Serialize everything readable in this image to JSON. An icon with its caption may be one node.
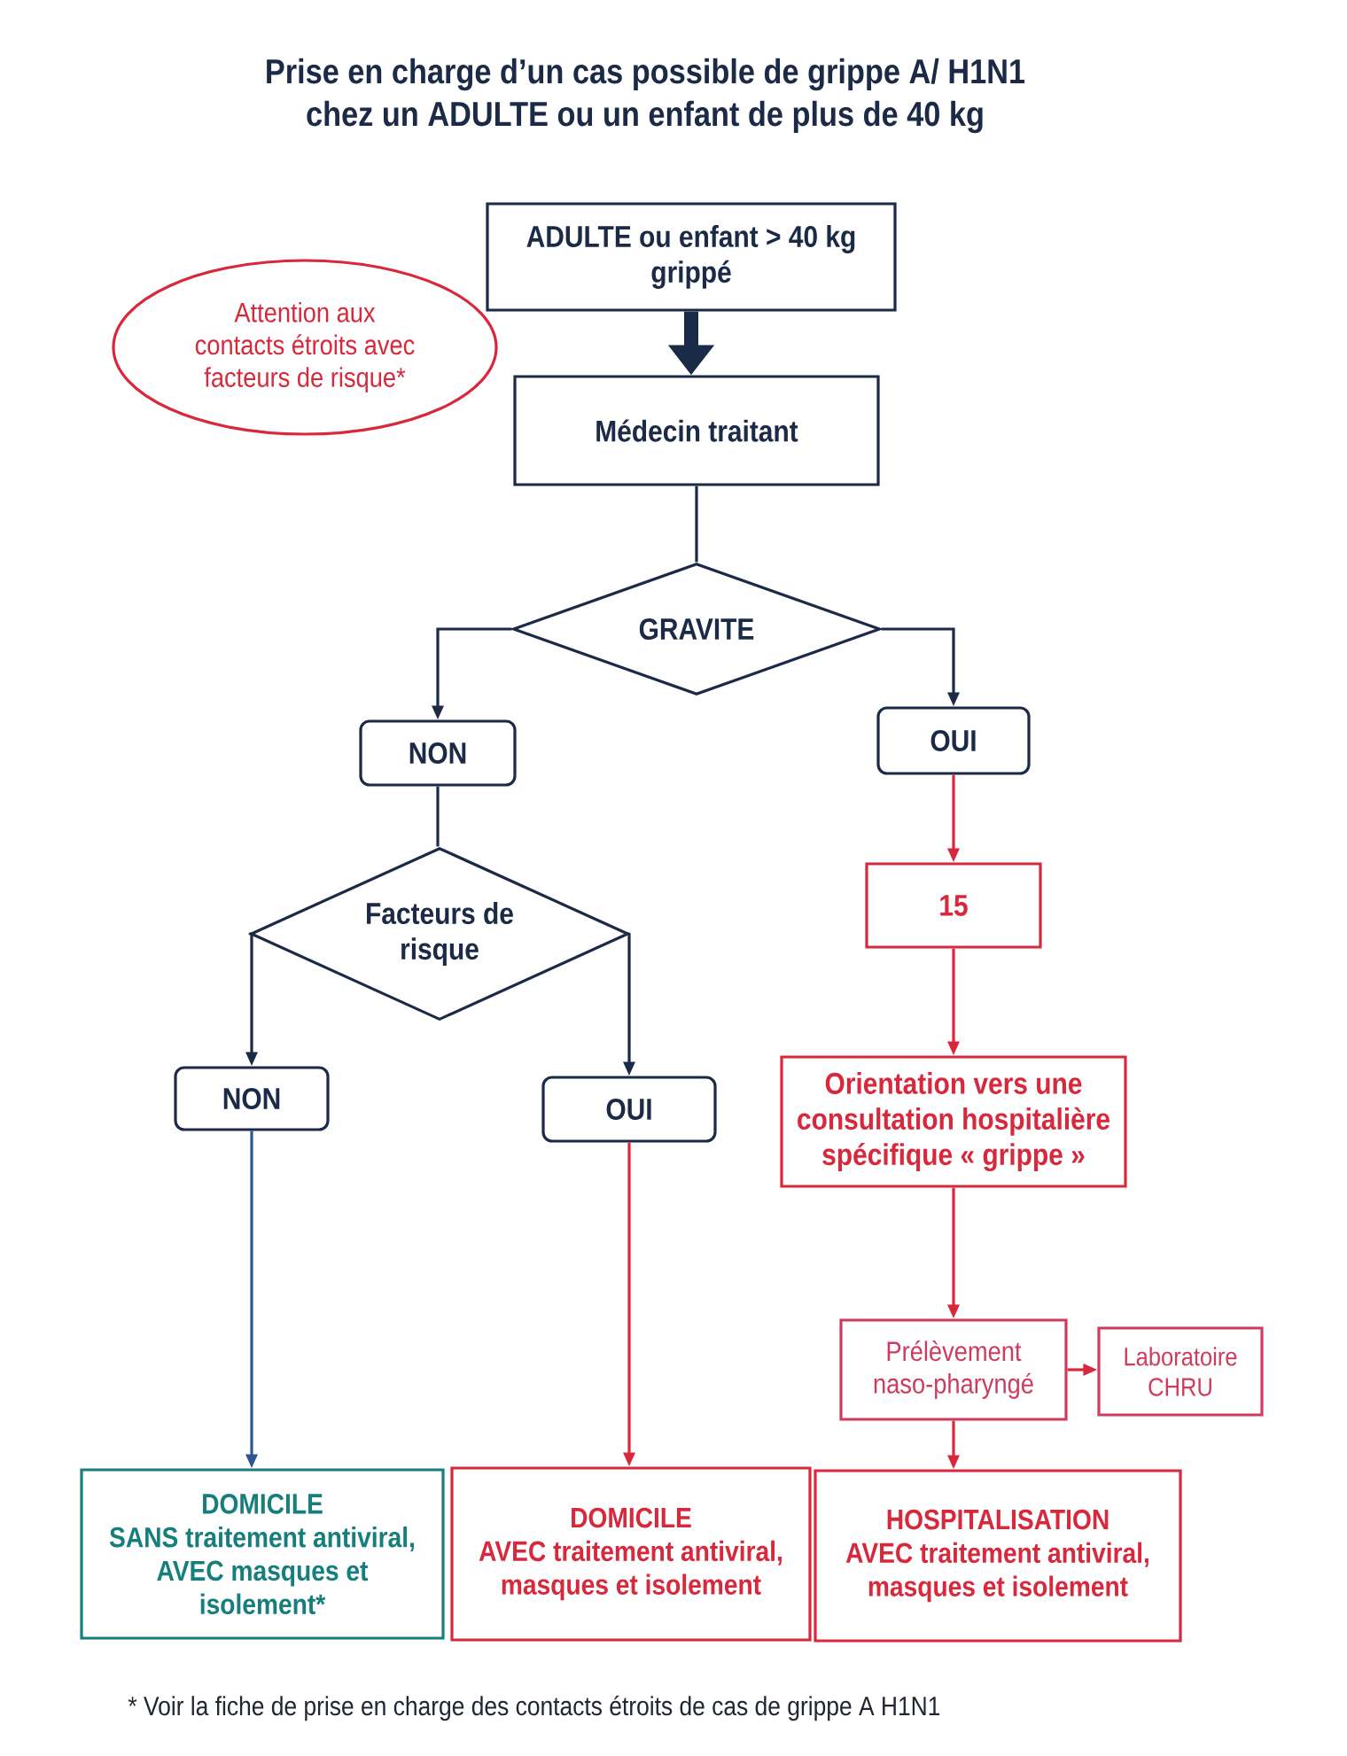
{
  "diagram": {
    "title": "Prise en charge d’un cas possible de grippe A/ H1N1 chez un ADULTE ou un enfant de plus de 40 kg",
    "nodes": [
      {
        "text": [
          "ADULTE ou enfant > 40 kg grippé"
        ]
      },
      {
        "text": [
          "Attention aux contacts étroits avec facteurs de risque*"
        ]
      },
      {
        "text": [
          "Médecin traitant"
        ]
      },
      {
        "text": [
          "GRAVITE"
        ]
      },
      {
        "text": [
          "NON"
        ]
      },
      {
        "text": [
          "OUI"
        ]
      },
      {
        "text": [
          "Facteurs de risque"
        ]
      },
      {
        "text": [
          "15"
        ]
      },
      {
        "text": [
          "NON"
        ]
      },
      {
        "text": [
          "OUI"
        ]
      },
      {
        "text": [
          "Orientation vers une consultation hospitalière spécifique « grippe »"
        ]
      },
      {
        "text": [
          "Prélèvement naso-pharyngé"
        ]
      },
      {
        "text": [
          "Laboratoire CHRU"
        ]
      },
      {
        "text": [
          "DOMICILE",
          "SANS traitement antiviral, AVEC masques et isolement*"
        ]
      },
      {
        "text": [
          "DOMICILE",
          "AVEC traitement antiviral, masques et isolement"
        ]
      },
      {
        "text": [
          "HOSPITALISATION",
          "AVEC traitement antiviral, masques et isolement"
        ]
      }
    ],
    "edges": [
      {
        "from": 0,
        "to": 2,
        "arrow": "to",
        "style": "thick"
      },
      {
        "from": 2,
        "to": 3,
        "arrow": "none"
      },
      {
        "from": 3,
        "to": 4,
        "arrow": "to"
      },
      {
        "from": 3,
        "to": 5,
        "arrow": "to"
      },
      {
        "from": 4,
        "to": 6,
        "arrow": "none"
      },
      {
        "from": 5,
        "to": 7,
        "arrow": "to",
        "color": "#d8283c"
      },
      {
        "from": 6,
        "to": 8,
        "arrow": "to"
      },
      {
        "from": 6,
        "to": 9,
        "arrow": "to"
      },
      {
        "from": 7,
        "to": 10,
        "arrow": "to",
        "color": "#d8283c"
      },
      {
        "from": 10,
        "to": 11,
        "arrow": "to",
        "color": "#d8283c"
      },
      {
        "from": 11,
        "to": 12,
        "arrow": "to",
        "color": "#d8283c"
      },
      {
        "from": 8,
        "to": 13,
        "arrow": "to",
        "color": "#2d5590"
      },
      {
        "from": 9,
        "to": 14,
        "arrow": "to",
        "color": "#d8283c"
      },
      {
        "from": 11,
        "to": 15,
        "arrow": "to",
        "color": "#d8283c"
      }
    ],
    "labels": [
      "* Voir la fiche de prise en charge des contacts étroits de cas de grippe A H1N1"
    ]
  }
}
